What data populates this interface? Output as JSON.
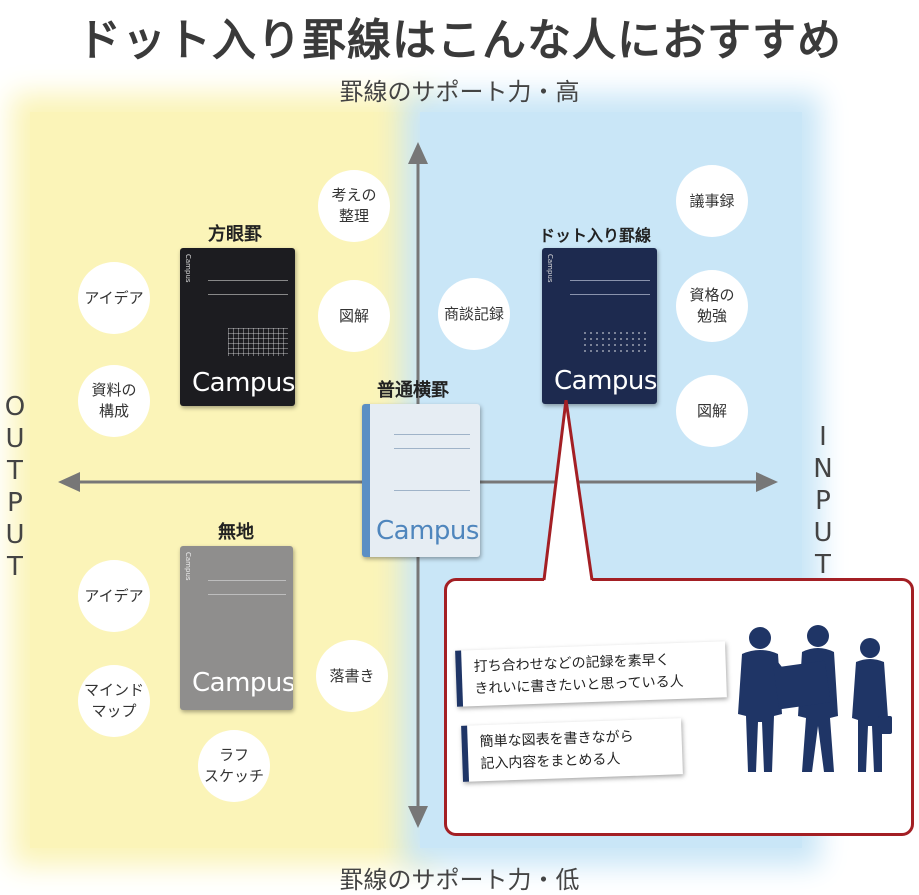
{
  "title": "ドット入り罫線はこんな人におすすめ",
  "axes": {
    "top": "罫線のサポート力・高",
    "bottom": "罫線のサポート力・低",
    "left": "OUTPUT",
    "right": "INPUT"
  },
  "notebooks": {
    "grid": {
      "label": "方眼罫",
      "brand": "Campus"
    },
    "dotted": {
      "label": "ドット入り罫線",
      "brand": "Campus"
    },
    "ruled": {
      "label": "普通横罫",
      "brand": "Campus"
    },
    "plain": {
      "label": "無地",
      "brand": "Campus"
    }
  },
  "circles": {
    "grid_idea": "アイデア",
    "grid_docs": "資料の\n構成",
    "thinking": "考えの\n整理",
    "grid_diagram": "図解",
    "meeting": "商談記録",
    "minutes": "議事録",
    "study": "資格の\n勉強",
    "dot_diagram": "図解",
    "plain_idea": "アイデア",
    "mindmap": "マインド\nマップ",
    "sketch": "ラフ\nスケッチ",
    "doodle": "落書き"
  },
  "callout": {
    "caption1": "打ち合わせなどの記録を素早く\nきれいに書きたいと思っている人",
    "caption2": "簡単な図表を書きながら\n記入内容をまとめる人"
  },
  "colors": {
    "output_zone": "#fbf4b8",
    "input_zone": "#c9e6f7",
    "callout_border": "#a31f24",
    "silhouette": "#1f3566"
  }
}
